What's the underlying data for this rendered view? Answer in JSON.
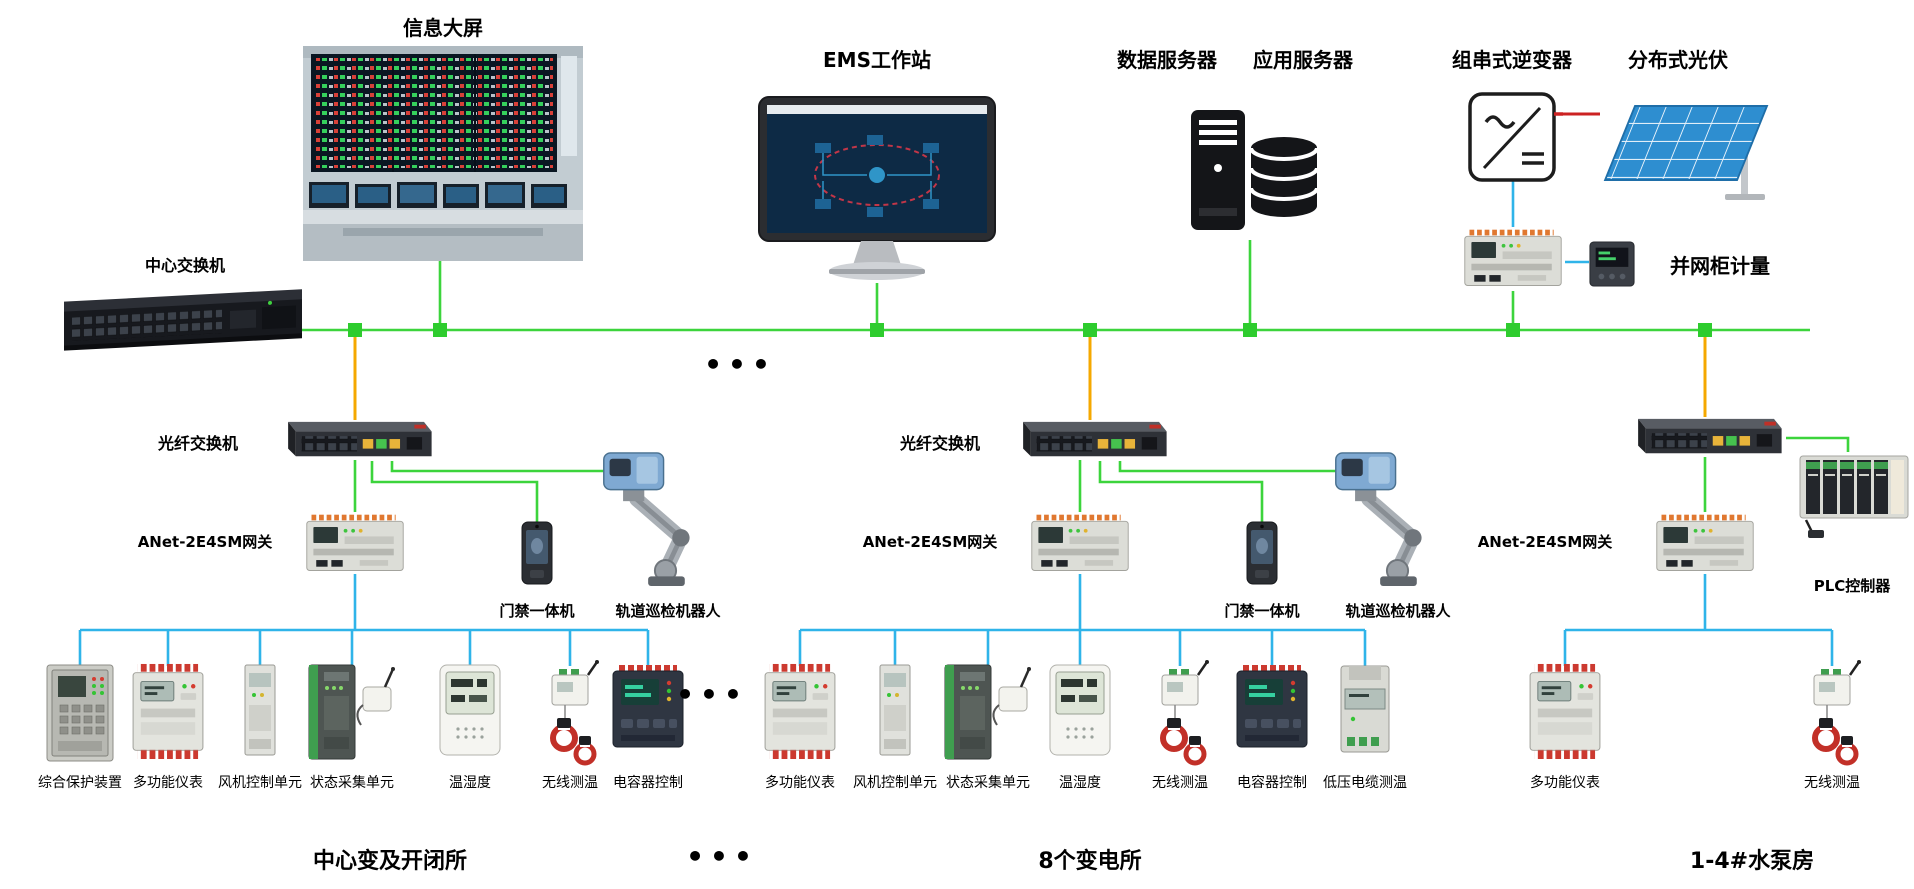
{
  "colors": {
    "line-green": "#3cd43c",
    "line-orange": "#f5a800",
    "line-cyan": "#2fb4e9",
    "line-red": "#cc2222",
    "node-green": "#2ecc2e"
  },
  "top": {
    "big_screen_label": "信息大屏",
    "central_switch_label": "中心交换机",
    "ems_label": "EMS工作站",
    "data_server_label": "数据服务器",
    "app_server_label": "应用服务器",
    "inverter_label": "组串式逆变器",
    "pv_label": "分布式光伏",
    "grid_meter_label": "并网柜计量"
  },
  "ellipsis": "•••",
  "branches": [
    {
      "fiber_switch_label": "光纤交换机",
      "gateway_label": "ANet-2E4SM网关",
      "access_label": "门禁一体机",
      "robot_label": "轨道巡检机器人",
      "devices": [
        "综合保护装置",
        "多功能仪表",
        "风机控制单元",
        "状态采集单元",
        "温湿度",
        "无线测温",
        "电容器控制"
      ],
      "footer": "中心变及开闭所"
    },
    {
      "fiber_switch_label": "光纤交换机",
      "gateway_label": "ANet-2E4SM网关",
      "access_label": "门禁一体机",
      "robot_label": "轨道巡检机器人",
      "devices": [
        "多功能仪表",
        "风机控制单元",
        "状态采集单元",
        "温湿度",
        "无线测温",
        "电容器控制",
        "低压电缆测温"
      ],
      "footer": "8个变电所"
    },
    {
      "gateway_label": "ANet-2E4SM网关",
      "plc_label": "PLC控制器",
      "devices": [
        "多功能仪表",
        "无线测温"
      ],
      "footer": "1-4#水泵房"
    }
  ]
}
